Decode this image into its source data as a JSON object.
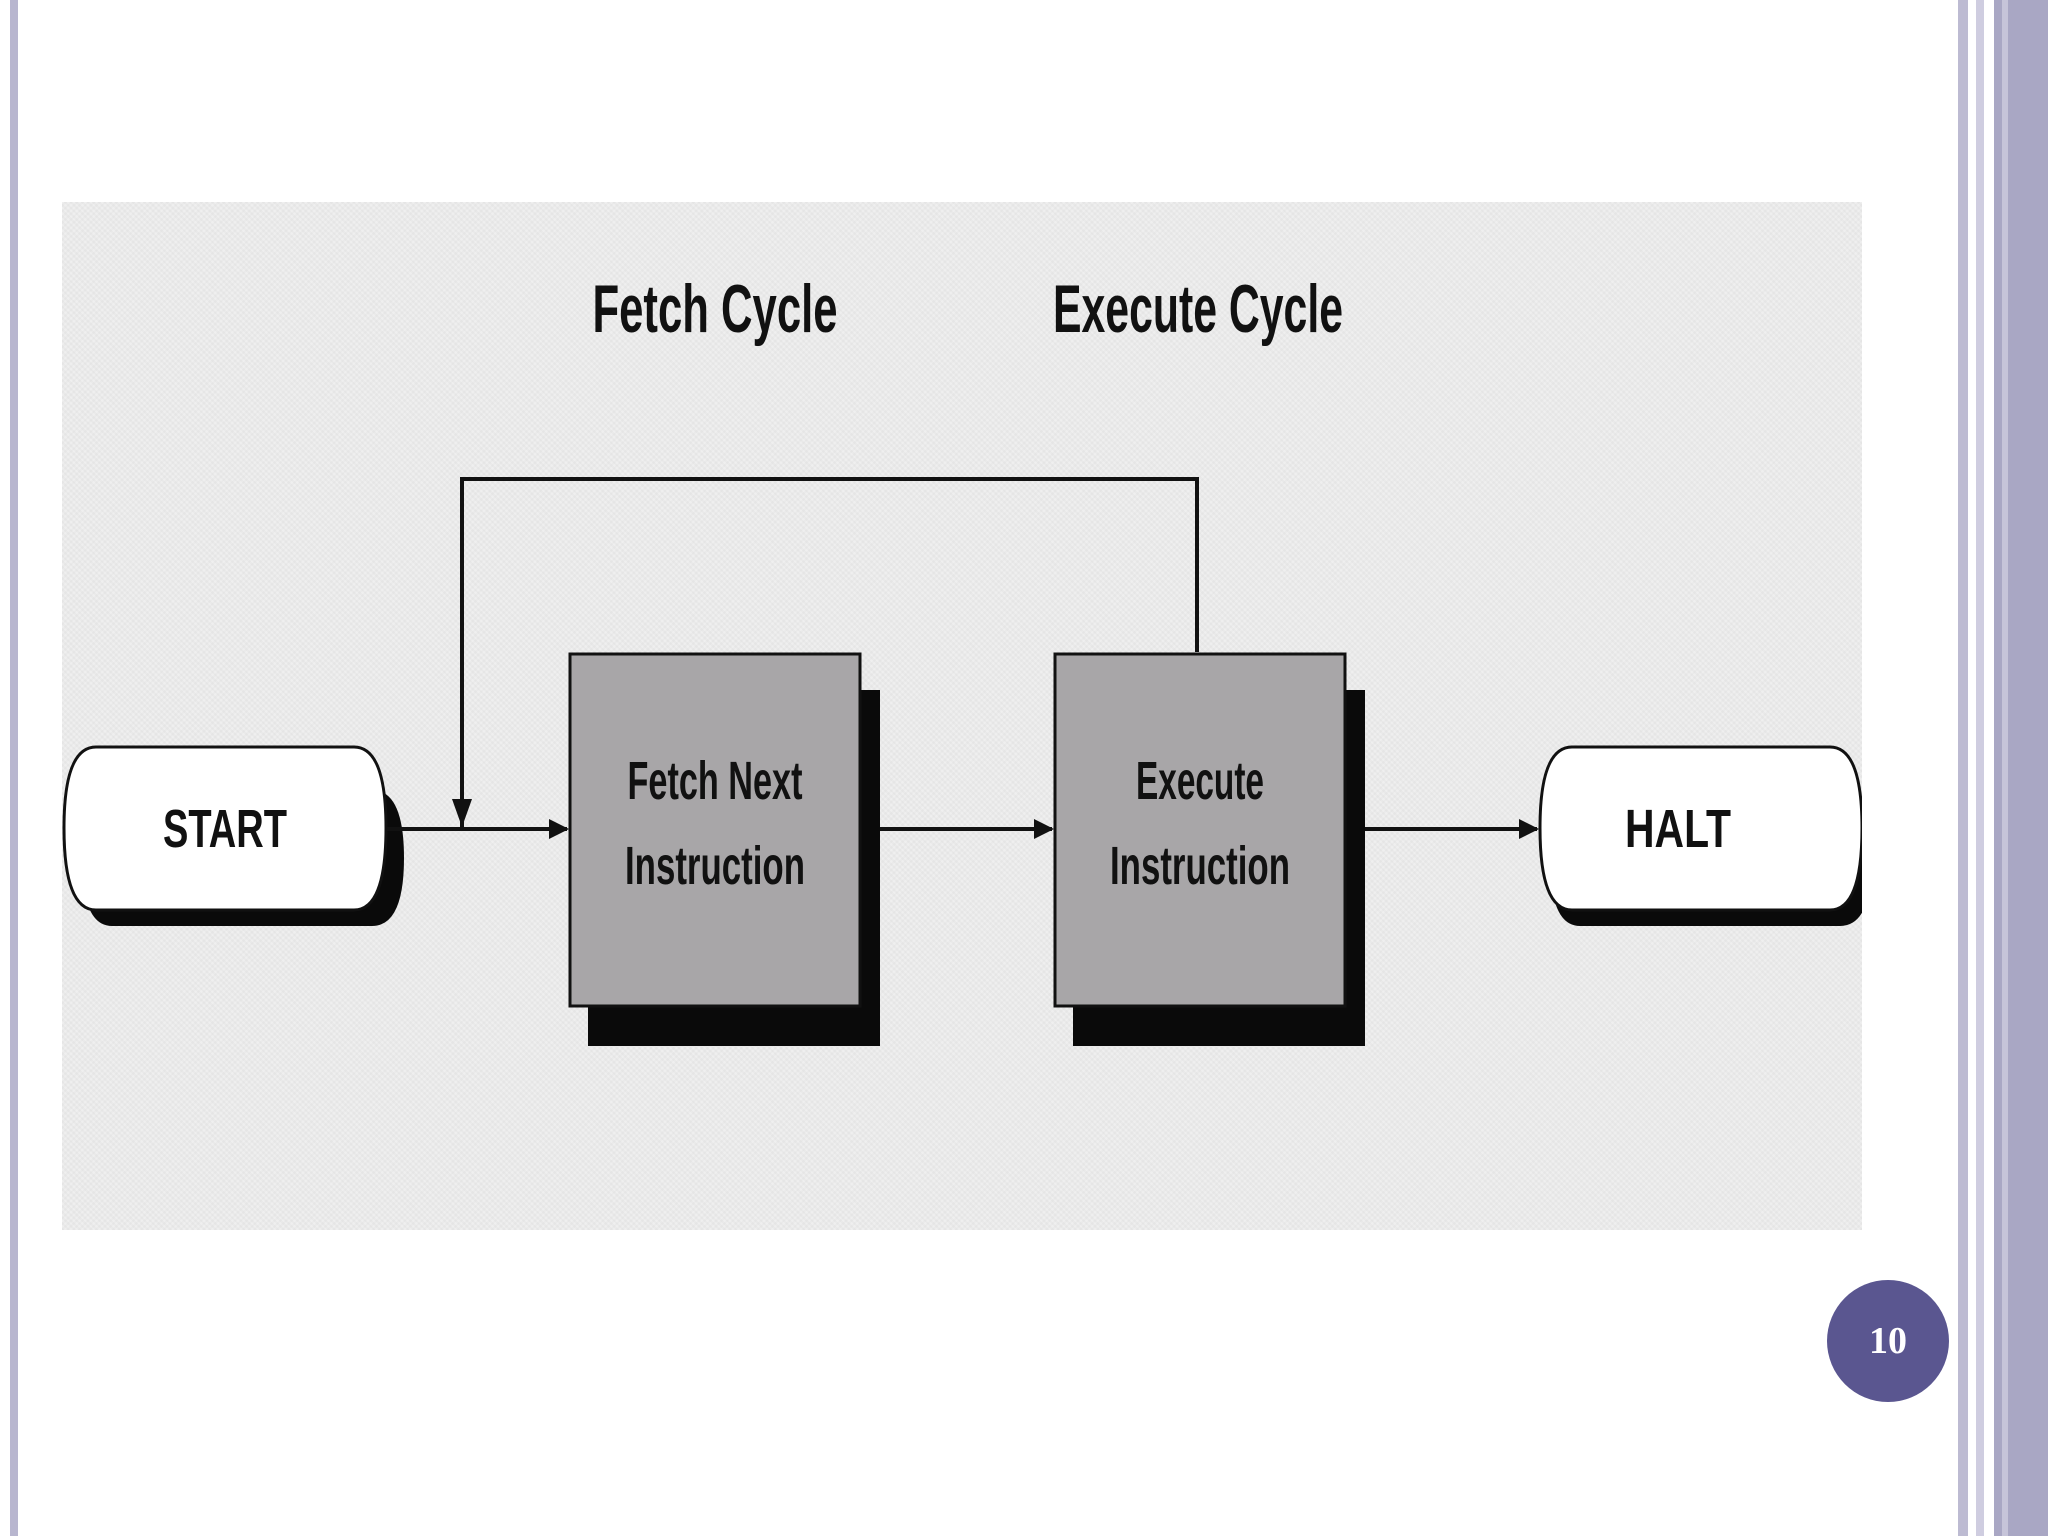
{
  "diagram": {
    "headings": {
      "fetch_cycle": "Fetch Cycle",
      "execute_cycle": "Execute Cycle"
    },
    "nodes": {
      "start": "START",
      "fetch_line1": "Fetch Next",
      "fetch_line2": "Instruction",
      "execute_line1": "Execute",
      "execute_line2": "Instruction",
      "halt": "HALT"
    }
  },
  "page_number": "10",
  "colors": {
    "badge": "#5a5690",
    "process_box": "#a8a6a8",
    "shadow": "#0a0a0a",
    "border_stripe": "#a9a7c4"
  }
}
